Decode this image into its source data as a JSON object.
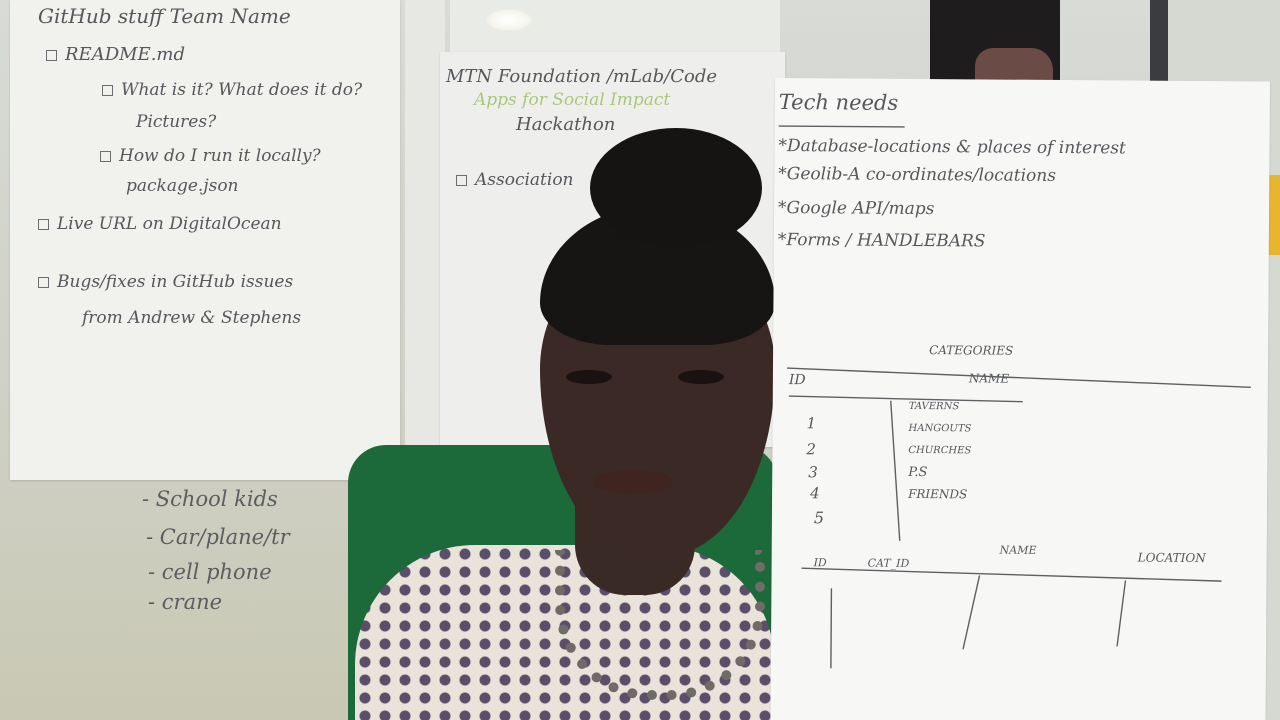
{
  "left_chart": {
    "title": "GitHub stuff  Team Name",
    "items": [
      "README.md",
      "What is it? What does it do?",
      "Pictures?",
      "How do I run it locally?",
      "package.json",
      "Live URL on DigitalOcean",
      "Bugs/fixes in GitHub issues",
      "from Andrew & Stephens"
    ]
  },
  "middle_chart": {
    "heading_1": "MTN Foundation /mLab/Code",
    "heading_2": "Apps for Social Impact",
    "heading_3": "Hackathon",
    "item": "Association"
  },
  "lower_list": [
    "- School kids",
    "- Car/plane/tr",
    "- cell phone",
    "- crane"
  ],
  "right_chart": {
    "title": "Tech needs",
    "needs": [
      "*Database-locations & places of interest",
      "*Geolib-A co-ordinates/locations",
      "*Google API/maps",
      "*Forms / HANDLEBARS"
    ],
    "table1": {
      "caption": "CATEGORIES",
      "headers": [
        "ID",
        "NAME"
      ],
      "ids": [
        "1",
        "2",
        "3",
        "4",
        "5"
      ],
      "names": [
        "TAVERNS",
        "HANGOUTS",
        "CHURCHES",
        "P.S",
        "FRIENDS"
      ]
    },
    "table2": {
      "headers": [
        "ID",
        "CAT_ID",
        "NAME",
        "LOCATION"
      ]
    }
  },
  "colors": {
    "paper": "#f4f4f1",
    "marker": "#55575b",
    "chair": "#1c6a3a",
    "wall": "#cfd2c9"
  }
}
